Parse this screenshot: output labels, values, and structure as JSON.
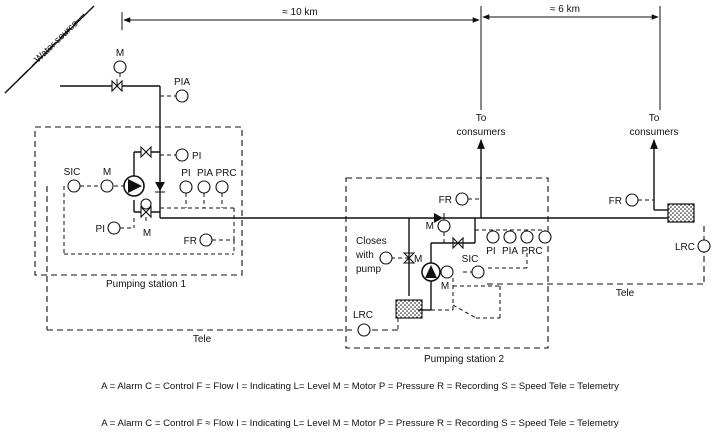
{
  "distances": {
    "left": "≈ 10 km",
    "right": "≈ 6 km"
  },
  "water_source": "Water source",
  "consumers": {
    "left": {
      "line1": "To",
      "line2": "consumers"
    },
    "right": {
      "line1": "To",
      "line2": "consumers"
    }
  },
  "station1": {
    "name": "Pumping station 1",
    "tags": {
      "M_top": "M",
      "PIA_top": "PIA",
      "PI_right": "PI",
      "SIC": "SIC",
      "M_motor": "M",
      "PI_a": "PI",
      "PIA_a": "PIA",
      "PRC": "PRC",
      "PI_low": "PI",
      "M_low": "M",
      "FR": "FR"
    }
  },
  "station2": {
    "name": "Pumping station 2",
    "tags": {
      "FR": "FR",
      "closes_line1": "Closes",
      "closes_line2": "with",
      "closes_line3": "pump",
      "M_valve": "M",
      "M_upper": "M",
      "PI": "PI",
      "PIA": "PIA",
      "PRC": "PRC",
      "SIC": "SIC",
      "M_motor": "M",
      "LRC": "LRC"
    }
  },
  "far_end": {
    "FR": "FR",
    "LRC": "LRC"
  },
  "tele_left": "Tele",
  "tele_right": "Tele",
  "legend": {
    "line1": "A = Alarm   C = Control   F = Flow   I = Indicating   L= Level   M = Motor   P = Pressure   R = Recording   S = Speed   Tele = Telemetry",
    "line2": "A = Alarm   C = Control   F ≈ Flow   I = Indicating   L= Level   M = Motor   P = Pressure   R = Recording   S = Speed   Tele = Telemetry"
  }
}
